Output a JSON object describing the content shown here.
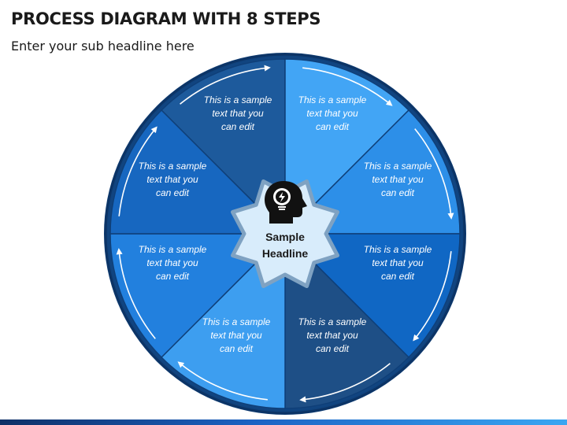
{
  "slide": {
    "title": "PROCESS DIAGRAM WITH 8 STEPS",
    "subtitle": "Enter your sub headline here"
  },
  "diagram": {
    "center_label_line1": "Sample",
    "center_label_line2": "Headline",
    "center_icon": "head-with-lightbulb-icon",
    "steps": [
      {
        "line1": "This is a sample",
        "line2": "text that you",
        "line3": "can edit",
        "color": "#1d5a9c"
      },
      {
        "line1": "This is a sample",
        "line2": "text that you",
        "line3": "can edit",
        "color": "#42a5f5"
      },
      {
        "line1": "This is a sample",
        "line2": "text that you",
        "line3": "can edit",
        "color": "#2d8fe8"
      },
      {
        "line1": "This is a sample",
        "line2": "text that you",
        "line3": "can edit",
        "color": "#1067c4"
      },
      {
        "line1": "This is a sample",
        "line2": "text that you",
        "line3": "can edit",
        "color": "#1e4f86"
      },
      {
        "line1": "This is a sample",
        "line2": "text that you",
        "line3": "can edit",
        "color": "#3d9ef0"
      },
      {
        "line1": "This is a sample",
        "line2": "text that you",
        "line3": "can edit",
        "color": "#2280de"
      },
      {
        "line1": "This is a sample",
        "line2": "text that you",
        "line3": "can edit",
        "color": "#1767c0"
      }
    ],
    "colors": {
      "outer_ring": "#1a5ea6",
      "outer_ring_dark": "#0f3f78",
      "center_fill": "#d8ecfb",
      "arrows": "#ffffff"
    }
  }
}
